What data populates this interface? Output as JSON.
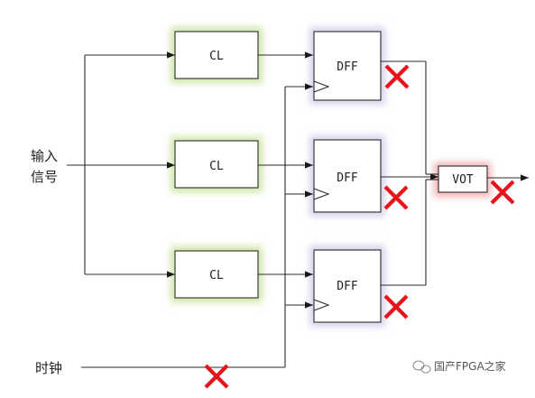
{
  "labels": {
    "cl": "CL",
    "dff": "DFF",
    "vot": "VOT",
    "input_line1": "输入",
    "input_line2": "信号",
    "clock": "时钟",
    "watermark": "国产FPGA之家"
  },
  "icons": {
    "fault": "red-x-icon",
    "watermark": "wechat-logo-icon"
  },
  "colors": {
    "cl_glow": "#cfe6a8",
    "dff_glow": "#d9d2ec",
    "vot_glow": "#f2b2b2",
    "fault": "#e8141b",
    "line": "#2b2b2b"
  }
}
